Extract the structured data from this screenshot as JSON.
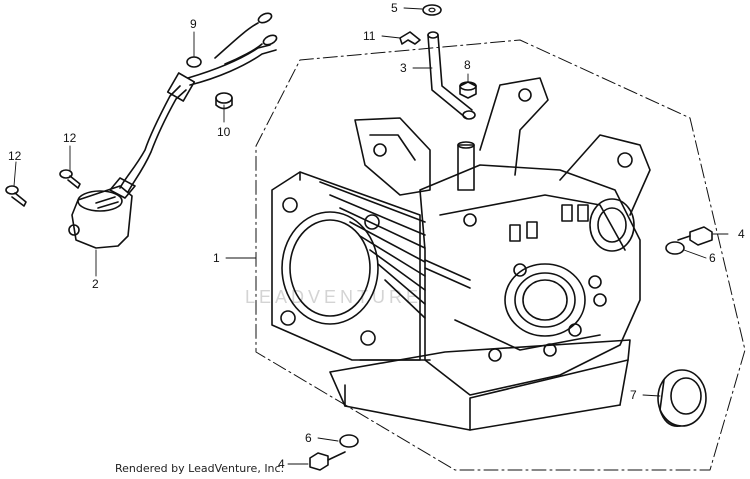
{
  "diagram": {
    "credit": "Rendered by LeadVenture, Inc.",
    "watermark": "LEADVENTURE",
    "callouts": [
      {
        "id": "c1",
        "label": "1",
        "part": "crankcase"
      },
      {
        "id": "c2",
        "label": "2",
        "part": "oil-alert-sensor"
      },
      {
        "id": "c3",
        "label": "3",
        "part": "breather-tube"
      },
      {
        "id": "c4a",
        "label": "4",
        "part": "flange-bolt-right"
      },
      {
        "id": "c4b",
        "label": "4",
        "part": "flange-bolt-bottom"
      },
      {
        "id": "c5",
        "label": "5",
        "part": "washer-top"
      },
      {
        "id": "c6a",
        "label": "6",
        "part": "dowel-washer-right"
      },
      {
        "id": "c6b",
        "label": "6",
        "part": "dowel-washer-bottom"
      },
      {
        "id": "c7",
        "label": "7",
        "part": "oil-seal"
      },
      {
        "id": "c8",
        "label": "8",
        "part": "nut"
      },
      {
        "id": "c9",
        "label": "9",
        "part": "o-ring"
      },
      {
        "id": "c10",
        "label": "10",
        "part": "grommet"
      },
      {
        "id": "c11",
        "label": "11",
        "part": "clip"
      },
      {
        "id": "c12a",
        "label": "12",
        "part": "screw-top"
      },
      {
        "id": "c12b",
        "label": "12",
        "part": "screw-left"
      }
    ]
  }
}
